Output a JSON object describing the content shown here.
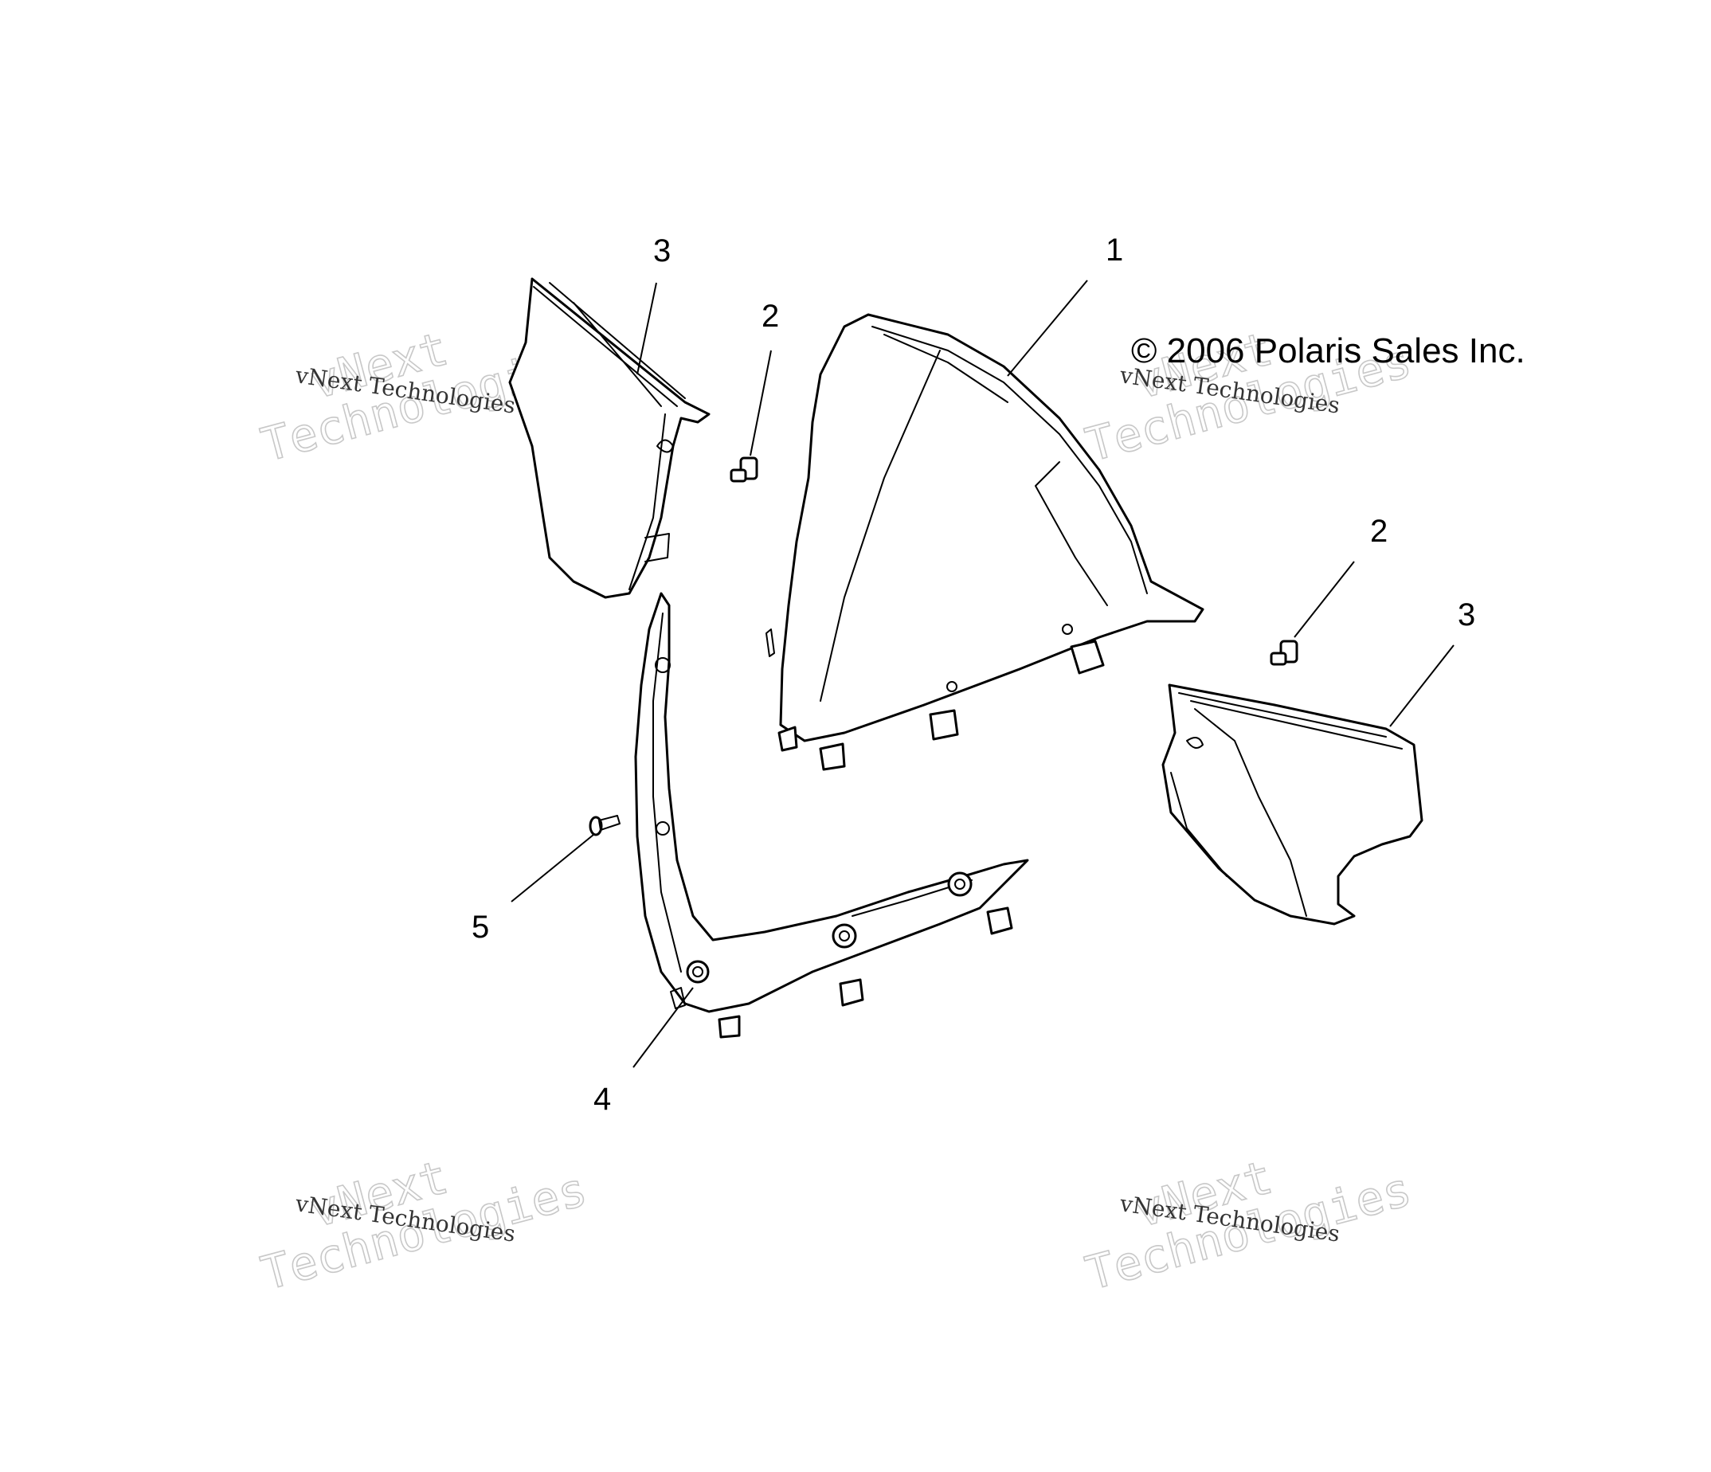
{
  "copyright": "© 2006 Polaris Sales Inc.",
  "callouts": {
    "windshield": "1",
    "screw_center": "2",
    "screw_right": "2",
    "side_cover_left": "3",
    "side_cover_right": "3",
    "lower_trim": "4",
    "rivet": "5"
  },
  "watermark": {
    "line1": "vNext",
    "line2": "Technologies",
    "small": "vNext Technologies"
  },
  "colors": {
    "line": "#000000",
    "background": "#ffffff",
    "watermark_outline": "#c8c8c8"
  }
}
